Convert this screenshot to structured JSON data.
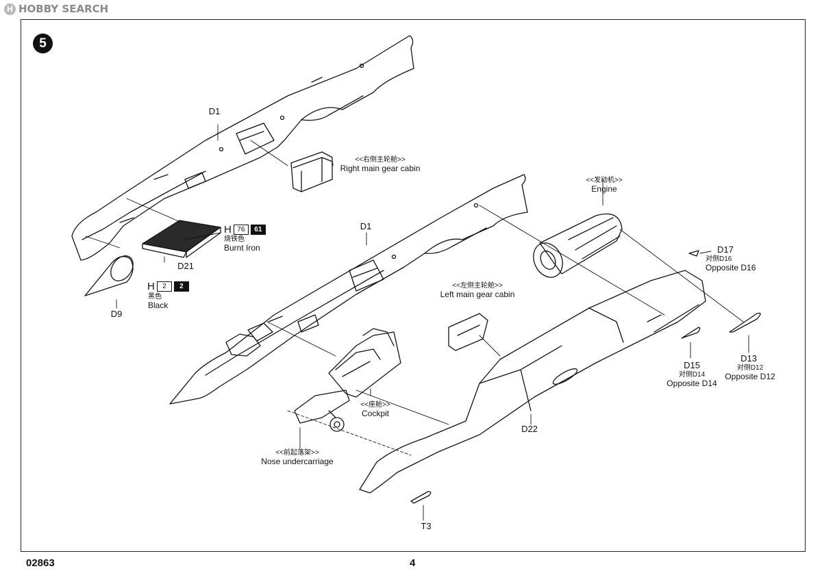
{
  "watermark": {
    "logo": "H",
    "text": "HOBBY SEARCH"
  },
  "step_number": "5",
  "paints": {
    "burnt_iron": {
      "prefix": "H",
      "codes": [
        "76",
        "61"
      ],
      "cn": "烧铁色",
      "en": "Burnt Iron"
    },
    "black": {
      "prefix": "H",
      "codes": [
        "2",
        "2"
      ],
      "cn": "黑色",
      "en": "Black"
    }
  },
  "parts": {
    "d1_top": "D1",
    "d1_mid": "D1",
    "d21": "D21",
    "d9": "D9",
    "d17": "D17",
    "d15": "D15",
    "d13": "D13",
    "d22": "D22",
    "t3": "T3"
  },
  "callouts": {
    "right_gear": {
      "cn": "<<右侧主轮舱>>",
      "en": "Right main gear cabin"
    },
    "engine": {
      "cn": "<<发动机>>",
      "en": "Engine"
    },
    "left_gear": {
      "cn": "<<左侧主轮舱>>",
      "en": "Left main gear cabin"
    },
    "cockpit": {
      "cn": "<<座舱>>",
      "en": "Cockpit"
    },
    "nose_gear": {
      "cn": "<<前起落架>>",
      "en": "Nose undercarriage"
    },
    "opp_d16": {
      "cn": "对侧D16",
      "en": "Opposite D16"
    },
    "opp_d14": {
      "cn": "对侧D14",
      "en": "Opposite D14"
    },
    "opp_d12": {
      "cn": "对侧D12",
      "en": "Opposite D12"
    }
  },
  "footer": {
    "code": "02863",
    "page": "4"
  },
  "colors": {
    "ink": "#111111",
    "paper": "#ffffff",
    "watermark": "#8a8a8a"
  }
}
